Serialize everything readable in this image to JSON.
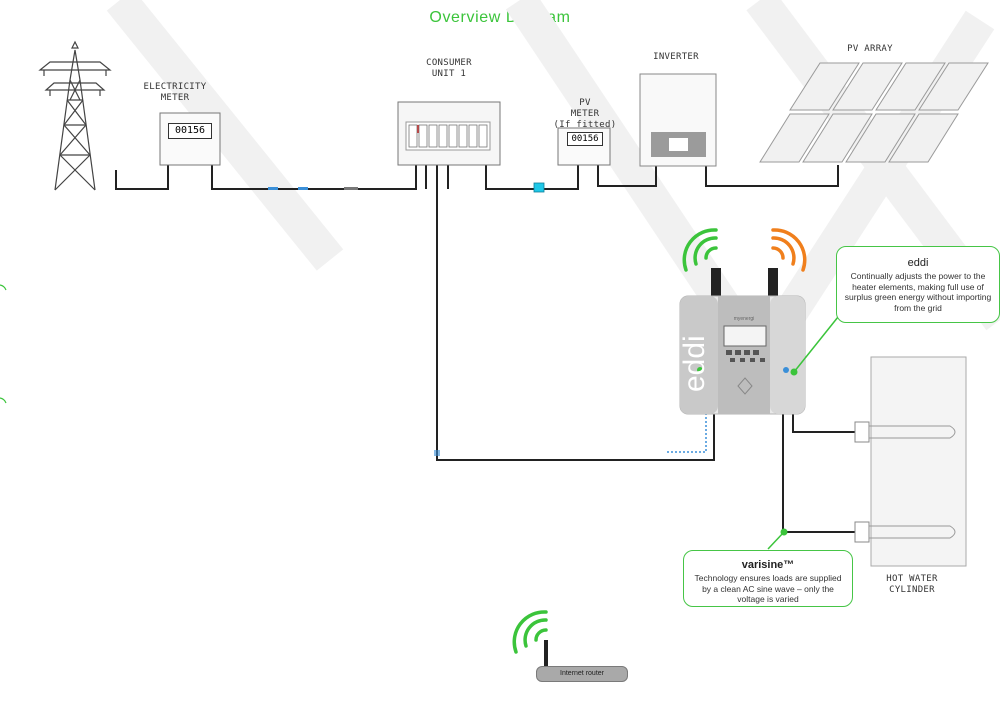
{
  "title": "Overview Diagram",
  "components": {
    "electricity_meter": {
      "label_1": "ELECTRICITY",
      "label_2": "METER",
      "reading": "00156"
    },
    "consumer_unit": {
      "label_1": "CONSUMER",
      "label_2": "UNIT 1"
    },
    "pv_meter": {
      "label_1": "PV",
      "label_2": "METER",
      "label_3": "(If fitted)",
      "reading": "00156"
    },
    "inverter": {
      "label": "INVERTER"
    },
    "pv_array": {
      "label": "PV ARRAY"
    },
    "hot_water_cylinder": {
      "label_1": "HOT WATER",
      "label_2": "CYLINDER"
    },
    "eddi_device": {
      "brand": "eddi",
      "maker": "myenergi"
    },
    "internet_router": {
      "label": "Internet router"
    }
  },
  "callouts": {
    "eddi": {
      "heading": "eddi",
      "body": "Continually adjusts the power to the heater elements, making full use of surplus green energy without importing from the grid"
    },
    "varisine": {
      "heading": "varisine™",
      "body": "Technology ensures loads are supplied by a clean AC sine wave – only the voltage is varied"
    }
  },
  "colors": {
    "accent_green": "#3bc43b",
    "signal_orange": "#f07f1c",
    "wire": "#222222",
    "data_wire": "#3a8fd8",
    "breaker_red": "#e02a2a",
    "connector_cyan": "#1fc8e8"
  }
}
